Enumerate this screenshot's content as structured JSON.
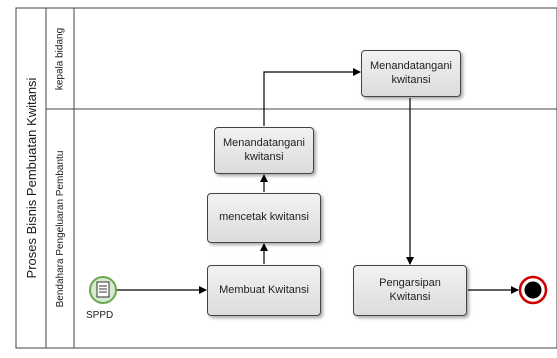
{
  "pool": {
    "title": "Proses Bisnis Pembuatan Kwitansi"
  },
  "lanes": [
    {
      "title": "kepala bidang"
    },
    {
      "title": "Bendahara Pengeluaran Pembantu"
    }
  ],
  "events": {
    "start": {
      "label": "SPPD"
    }
  },
  "tasks": {
    "membuat": "Membuat Kwitansi",
    "mencetak": "mencetak kwitansi",
    "menandatangani_bpp": "Menandatangani kwitansi",
    "menandatangani_kb": "Menandatangani kwitansi",
    "pengarsipan": "Pengarsipan Kwitansi"
  },
  "colors": {
    "start_fill": "#d9ead3",
    "start_stroke": "#6aa84f",
    "end_fill": "#cc0000",
    "line": "#000000"
  }
}
